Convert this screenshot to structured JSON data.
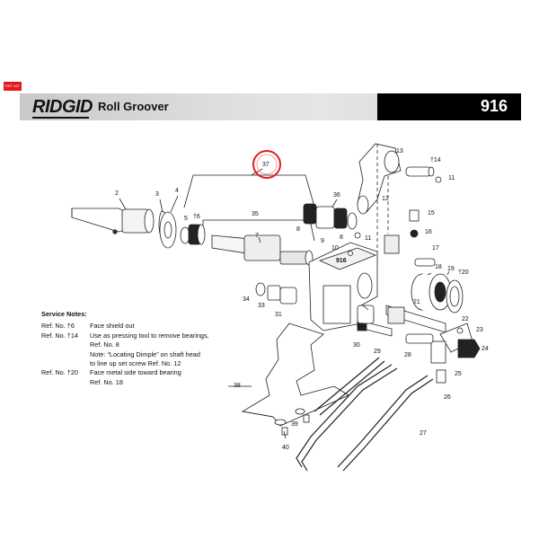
{
  "header": {
    "ref_tag": "REF 437",
    "brand": "RIDGID",
    "product_title": "Roll Groover",
    "model_number": "916",
    "colors": {
      "brand_red": "#e21a1a",
      "header_black": "#000000",
      "highlight_red": "#e02020"
    }
  },
  "callouts": {
    "c2": "2",
    "c3": "3",
    "c4": "4",
    "c5": "5",
    "c6": "†6",
    "c7": "7",
    "c8a": "8",
    "c8b": "8",
    "c9": "9",
    "c10": "10",
    "c11a": "11",
    "c11b": "11",
    "c12": "12",
    "c13": "13",
    "c14": "†14",
    "c15": "15",
    "c16": "16",
    "c17": "17",
    "c18": "18",
    "c19": "19",
    "c20": "†20",
    "c21": "21",
    "c22": "22",
    "c23": "23",
    "c24": "24",
    "c25": "25",
    "c26": "26",
    "c27": "27",
    "c28": "28",
    "c29": "29",
    "c30": "30",
    "c31a": "31",
    "c31b": "31",
    "c33": "33",
    "c34": "34",
    "c35": "35",
    "c36": "36",
    "c37": "37",
    "c38": "38",
    "c39": "39",
    "c40": "40"
  },
  "castmark": "916",
  "service_notes": {
    "title": "Service Notes:",
    "notes": [
      {
        "ref": "Ref. No. †6",
        "lines": [
          "Face shield out"
        ]
      },
      {
        "ref": "Ref. No. †14",
        "lines": [
          "Use as pressing tool to remove bearings,",
          "Ref. No. 8",
          "Note: “Locating Dimple” on shaft head",
          "to line up set screw Ref. No. 12"
        ]
      },
      {
        "ref": "Ref. No. †20",
        "lines": [
          "Face metal side toward bearing",
          "Ref. No. 18"
        ]
      }
    ]
  }
}
